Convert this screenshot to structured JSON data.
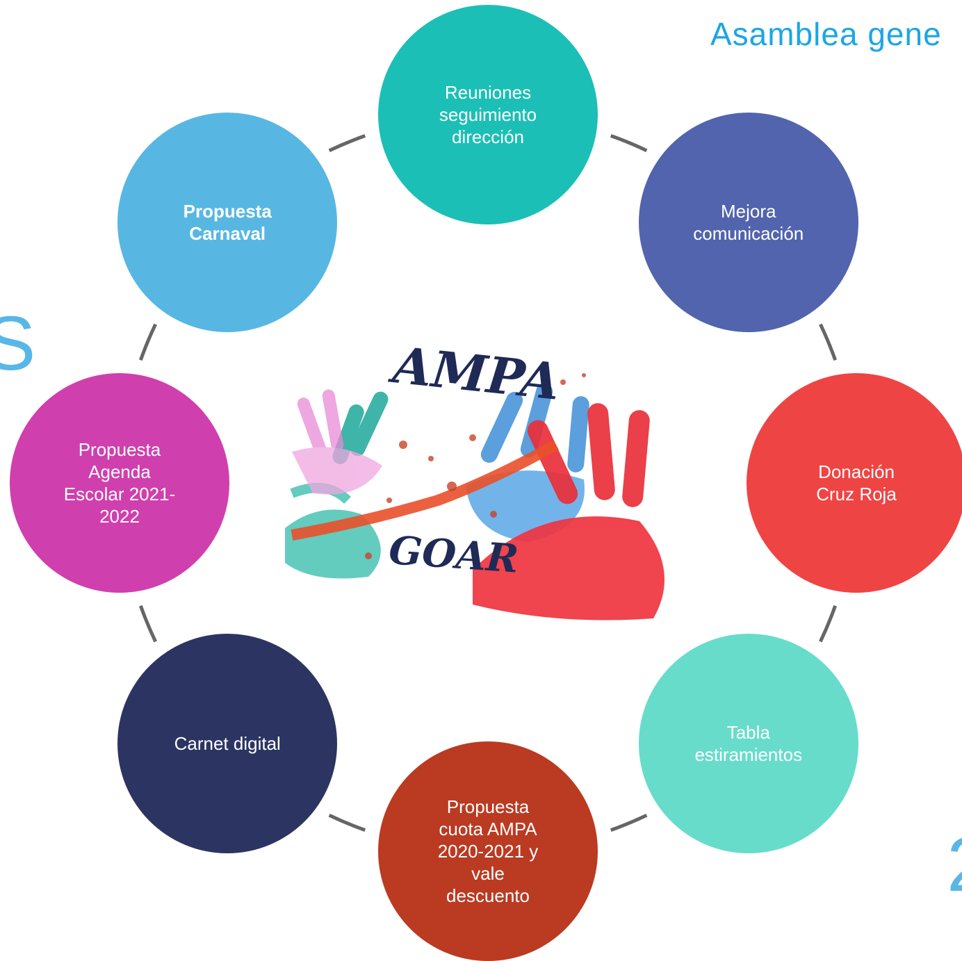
{
  "title": "Asamblea gene",
  "edge_left_glyph": "S",
  "edge_right_glyph": "2",
  "center_logo": {
    "text_top": "AMPA",
    "text_bottom": "GOAR"
  },
  "colors": {
    "connector": "#666666",
    "title": "#1ba6e6"
  },
  "nodes": [
    {
      "id": "reuniones",
      "label": "Reuniones\nseguimiento\ndirección",
      "color": "#1bbfb5",
      "bold": false
    },
    {
      "id": "mejora",
      "label": "Mejora\ncomunicación",
      "color": "#5264ad",
      "bold": false
    },
    {
      "id": "donacion",
      "label": "Donación\nCruz Roja",
      "color": "#ef4444",
      "bold": false
    },
    {
      "id": "tabla",
      "label": "Tabla\nestiramientos",
      "color": "#67dccb",
      "bold": false
    },
    {
      "id": "cuota",
      "label": "Propuesta\ncuota AMPA\n2020-2021 y\nvale\ndescuento",
      "color": "#bb3a22",
      "bold": false
    },
    {
      "id": "carnet",
      "label": "Carnet digital",
      "color": "#2c3561",
      "bold": false
    },
    {
      "id": "agenda",
      "label": "Propuesta\nAgenda\nEscolar 2021-\n2022",
      "color": "#d03fae",
      "bold": false
    },
    {
      "id": "carnaval",
      "label": "Propuesta\nCarnaval",
      "color": "#58b7e2",
      "bold": true
    }
  ]
}
